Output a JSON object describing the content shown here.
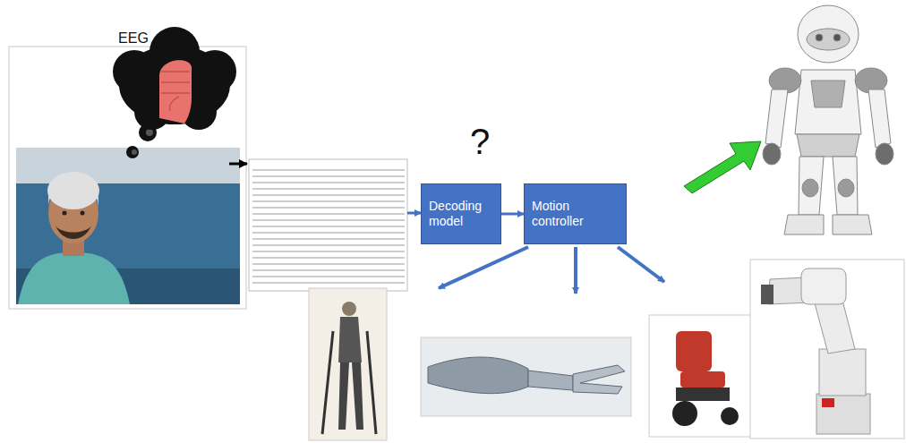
{
  "diagram": {
    "nodes": [
      {
        "text": [
          "Decoding model"
        ]
      },
      {
        "text": [
          "Motion controller"
        ]
      }
    ],
    "edges": [
      {
        "from": 0,
        "to": 1,
        "arrow": "to"
      }
    ],
    "labels": [
      "EEG",
      "?"
    ]
  }
}
